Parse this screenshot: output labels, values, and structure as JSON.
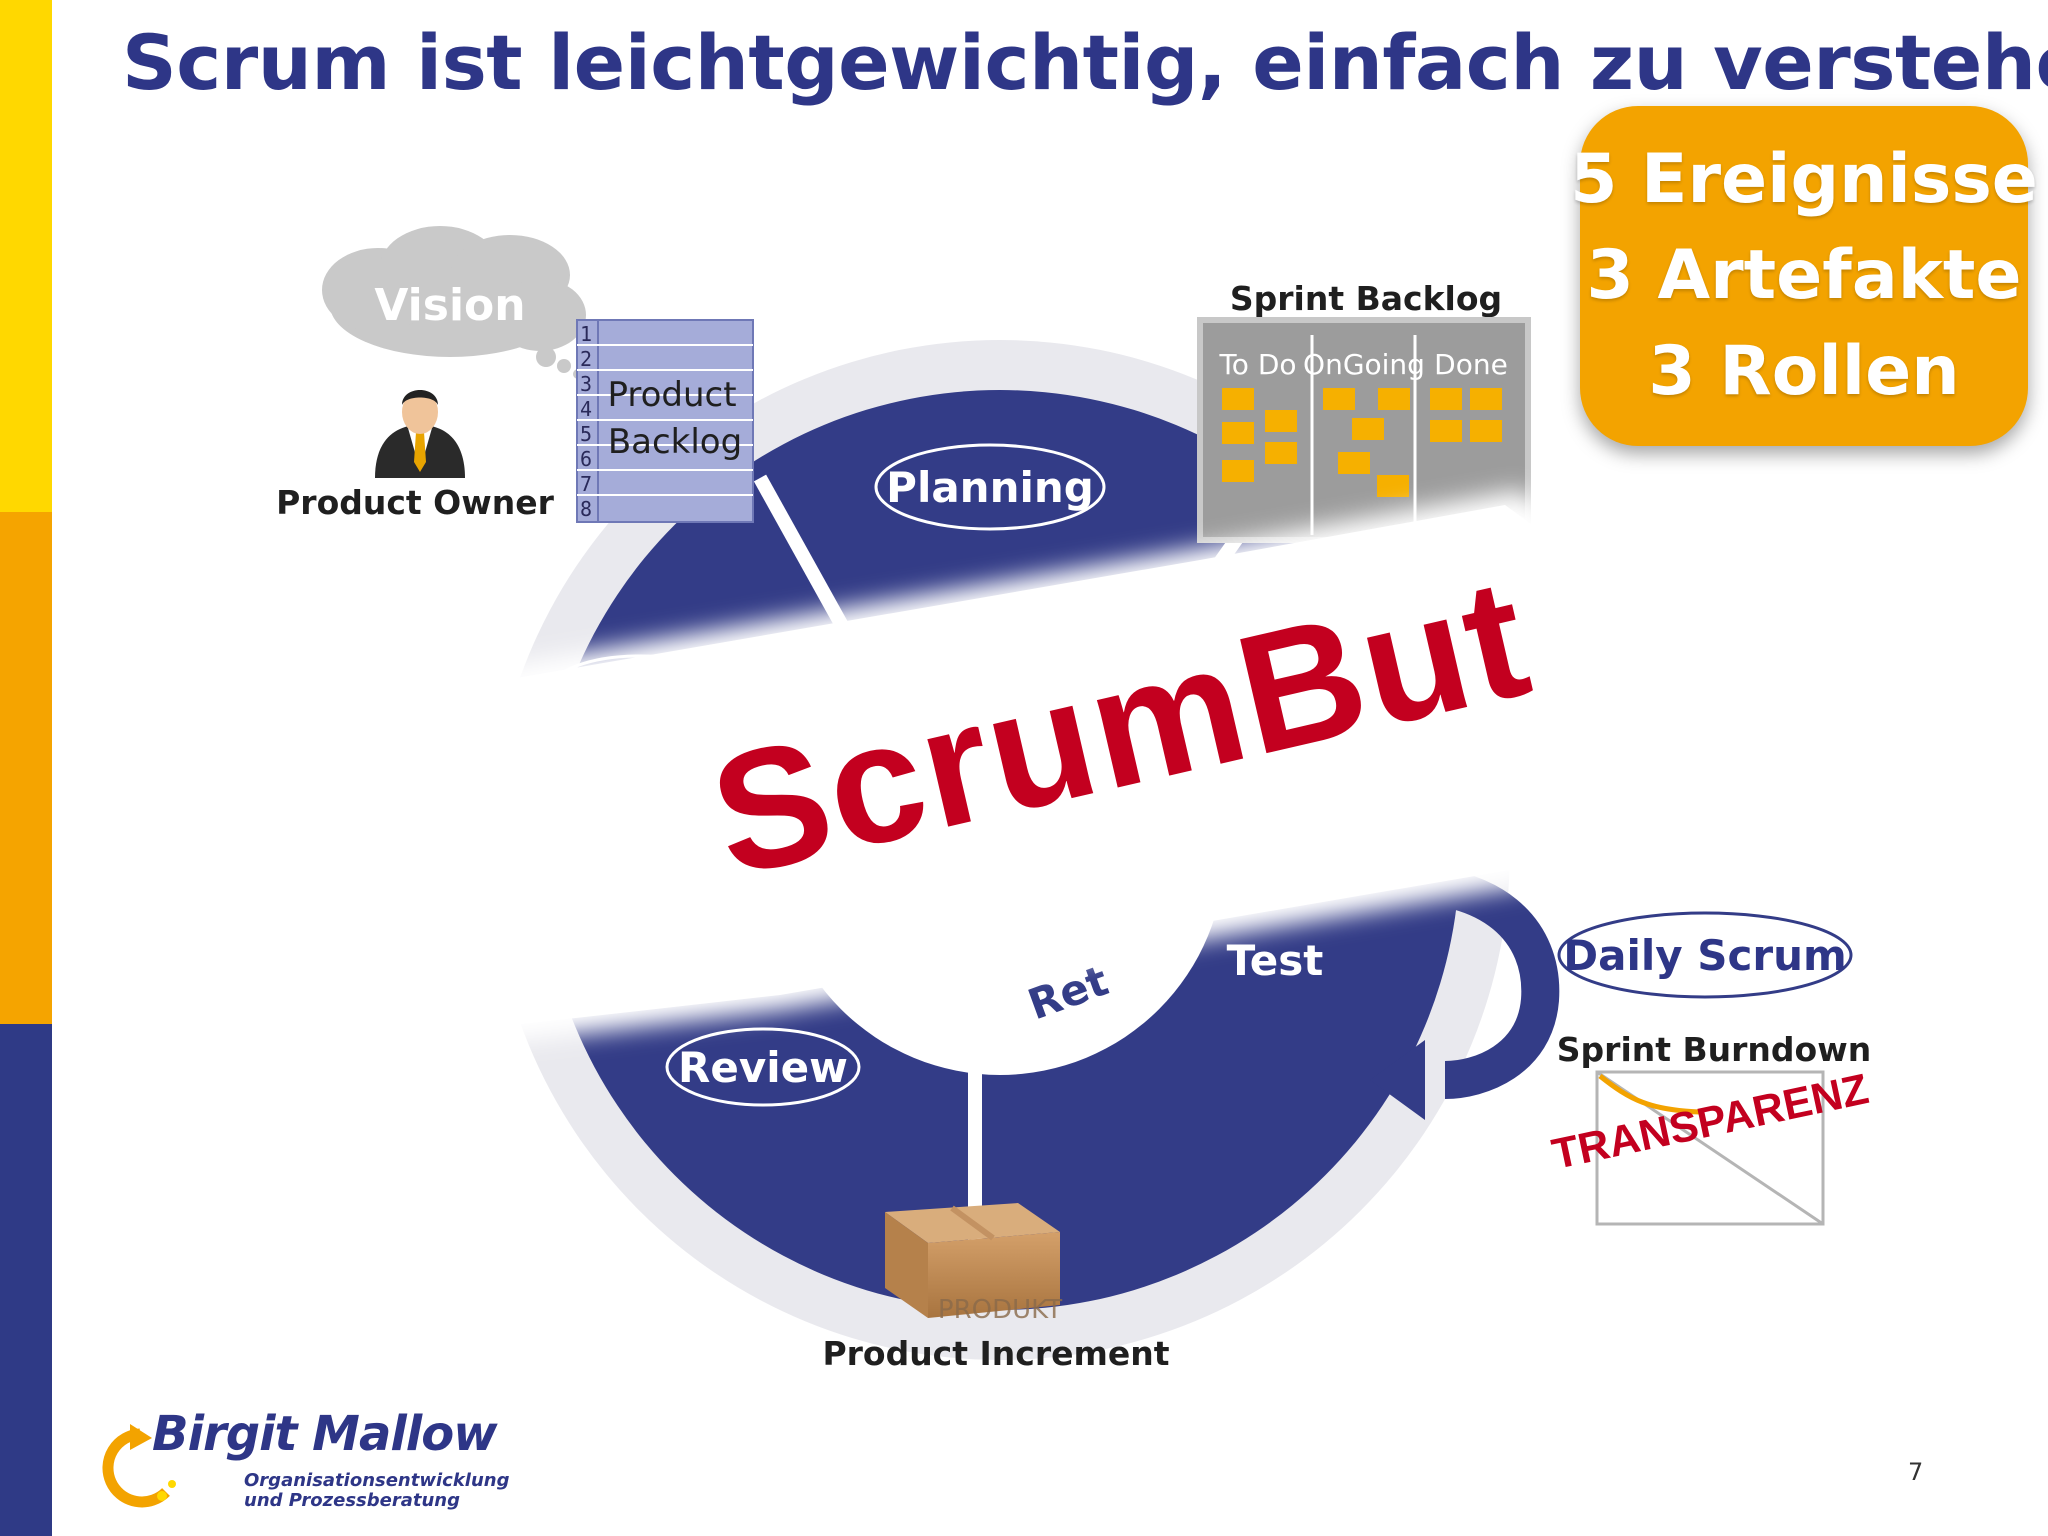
{
  "slide": {
    "title": "Scrum ist leichtgewichtig, einfach zu verstehen",
    "page_number": "7"
  },
  "callout": {
    "lines": [
      "5 Ereignisse",
      "3 Artefakte",
      "3 Rollen"
    ],
    "color": "#f3a300"
  },
  "diagram": {
    "vision": "Vision",
    "product_owner": "Product Owner",
    "product_backlog": {
      "numbers": [
        "1",
        "2",
        "3",
        "4",
        "5",
        "6",
        "7",
        "8"
      ],
      "label_line1": "Product",
      "label_line2": "Backlog"
    },
    "planning": "Planning",
    "sprint_backlog": {
      "title": "Sprint Backlog",
      "columns": [
        "To Do",
        "OnGoing",
        "Done"
      ]
    },
    "test": "Test",
    "review": "Review",
    "retro_fragment": "Ret",
    "daily_scrum": "Daily Scrum",
    "sprint_burndown": "Sprint Burndown",
    "product_increment": "Product Increment",
    "box_label": "PRODUKT"
  },
  "overlay": {
    "scrumbut": "ScrumBut",
    "transparenz": "TRANSPARENZ",
    "accent_red": "#c3001f"
  },
  "logo": {
    "name": "Birgit Mallow",
    "subline1": "Organisationsentwicklung",
    "subline2": "und Prozessberatung"
  },
  "colors": {
    "navy": "#333c87",
    "yellow": "#ffd800",
    "orange": "#f5a400"
  }
}
